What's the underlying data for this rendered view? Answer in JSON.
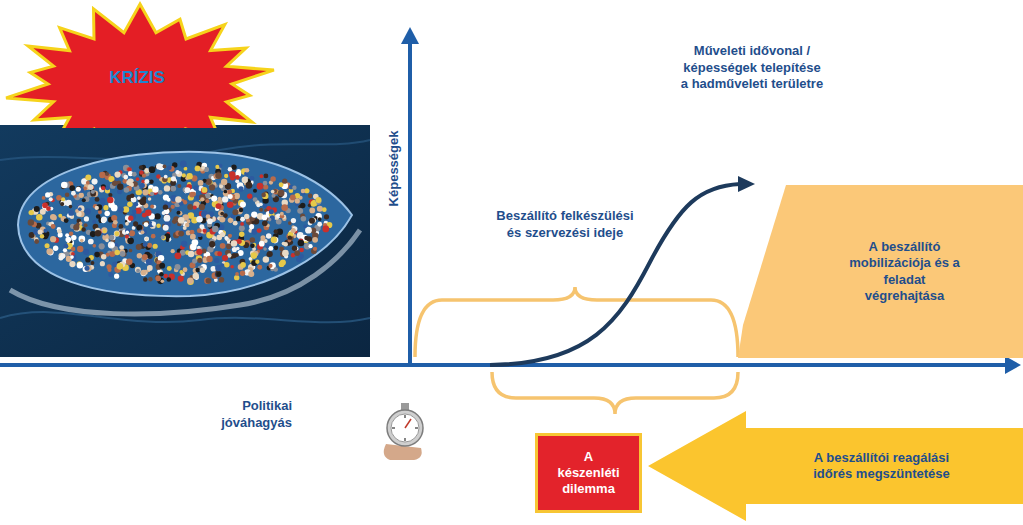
{
  "diagram": {
    "nodes": [
      {
        "text": [
          "KRÍZIS"
        ]
      },
      {
        "text": [
          "A beszállító mobilizációja és a feladat végrehajtása"
        ]
      },
      {
        "text": [
          "A készenléti dilemma"
        ]
      },
      {
        "text": [
          "A beszállítói reagálási időrés megszüntetése"
        ]
      }
    ],
    "labels": [
      "Műveleti idővonal / képességek telepítése a hadműveleti területre",
      "Képességek",
      "Beszállító felkészülési és szervezési ideje",
      "Politikai jóváhagyás"
    ]
  }
}
